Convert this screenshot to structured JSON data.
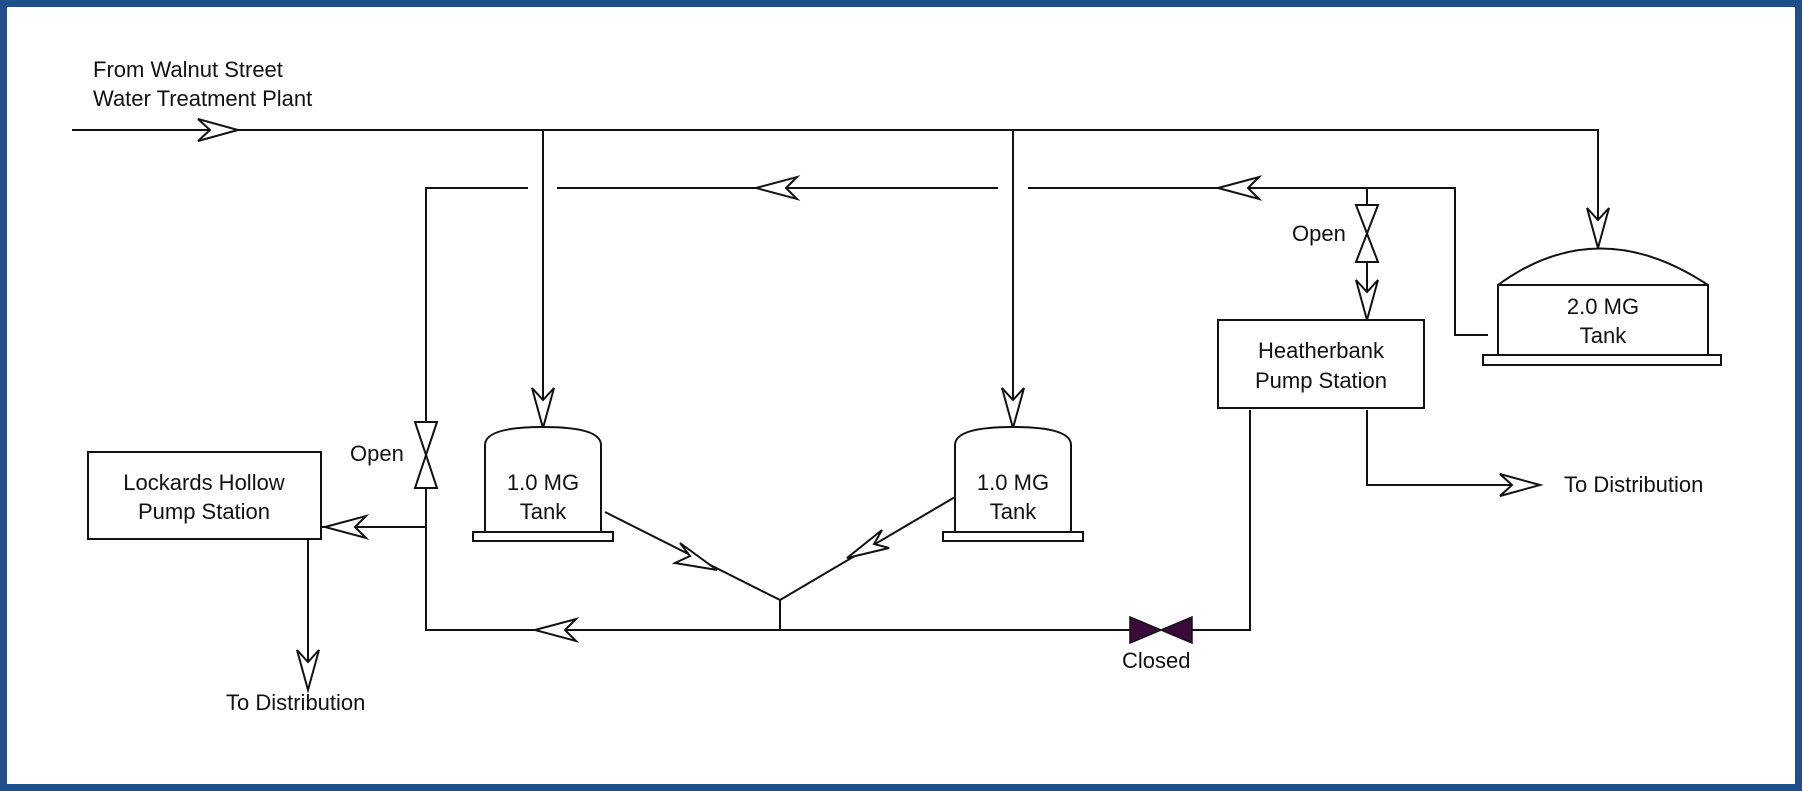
{
  "source": {
    "line1": "From Walnut Street",
    "line2": "Water Treatment Plant"
  },
  "tanks": {
    "left": {
      "line1": "1.0 MG",
      "line2": "Tank"
    },
    "middle": {
      "line1": "1.0 MG",
      "line2": "Tank"
    },
    "large": {
      "line1": "2.0 MG",
      "line2": "Tank"
    }
  },
  "pump_stations": {
    "lockards": {
      "line1": "Lockards Hollow",
      "line2": "Pump Station"
    },
    "heatherbank": {
      "line1": "Heatherbank",
      "line2": "Pump Station"
    }
  },
  "valves": {
    "left_open": "Open",
    "right_open": "Open",
    "closed": "Closed"
  },
  "outlets": {
    "lockards_distribution": "To Distribution",
    "heatherbank_distribution": "To Distribution"
  },
  "colors": {
    "frame_border": "#1f4e8c",
    "closed_valve_fill": "#3a0a3a",
    "line": "#111111"
  }
}
